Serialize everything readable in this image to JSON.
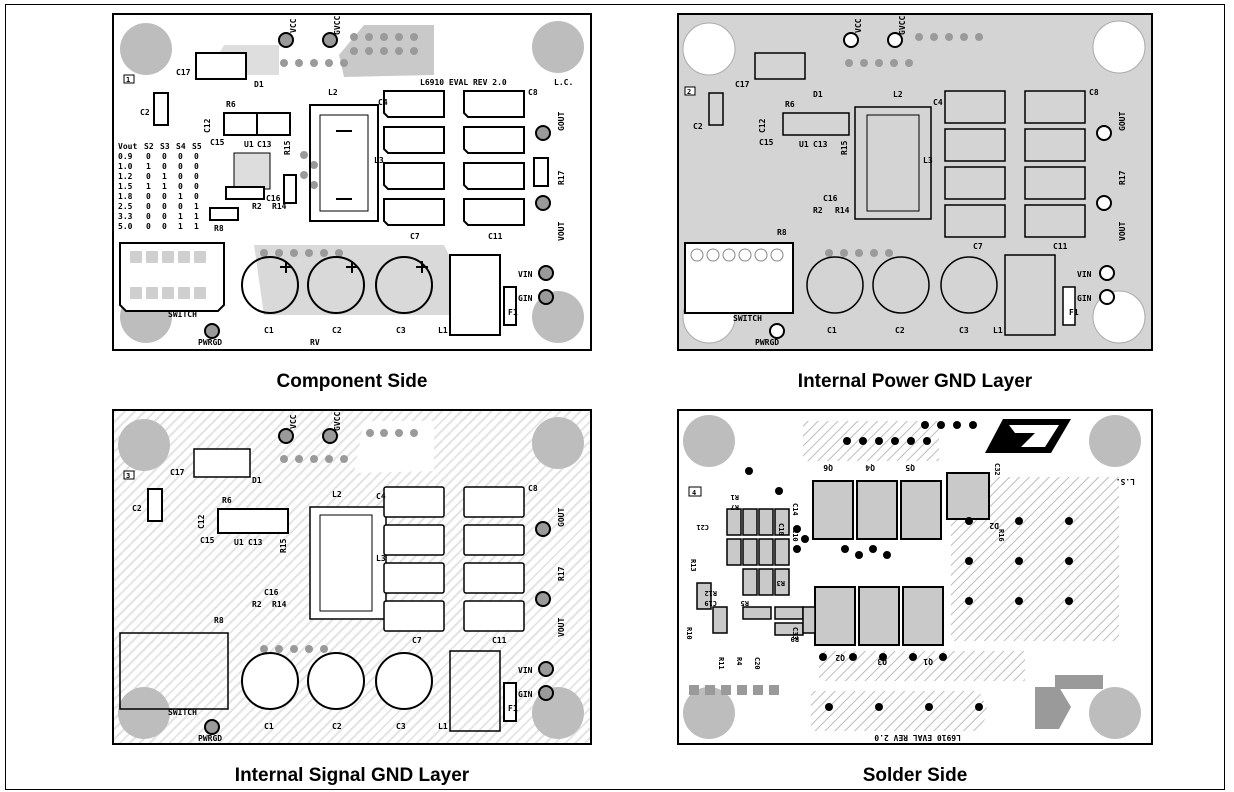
{
  "figure": {
    "panels": [
      {
        "caption": "Component Side"
      },
      {
        "caption": "Internal Power GND Layer"
      },
      {
        "caption": "Internal Signal GND Layer"
      },
      {
        "caption": "Solder Side"
      }
    ]
  },
  "component_side": {
    "board_id": "L6910 EVAL REV 2.0",
    "corner_mark": "L.C.",
    "layer_tag": "1",
    "labels": {
      "vcc": "VCC",
      "gvcc": "GVCC",
      "c17": "C17",
      "d1": "D1",
      "r6": "R6",
      "c12": "C12",
      "c2": "C2",
      "u1": "U1",
      "c15": "C15",
      "c13": "C13",
      "r15": "R15",
      "l2": "L2",
      "l3": "L3",
      "c4": "C4",
      "c8": "C8",
      "gout": "GOUT",
      "r17": "R17",
      "vout": "VOUT",
      "c16": "C16",
      "r2": "R2",
      "r14": "R14",
      "r8": "R8",
      "c7": "C7",
      "c11": "C11",
      "vin": "VIN",
      "gin": "GIN",
      "f1": "F1",
      "switch": "SWITCH",
      "c1": "C1",
      "c3": "C3",
      "l1": "L1",
      "pwrgd": "PWRGD",
      "rv": "RV"
    },
    "vout_table": {
      "headers": [
        "Vout",
        "S2",
        "S3",
        "S4",
        "S5"
      ],
      "rows": [
        [
          "0.9",
          "0",
          "0",
          "0",
          "0"
        ],
        [
          "1.0",
          "1",
          "0",
          "0",
          "0"
        ],
        [
          "1.2",
          "0",
          "1",
          "0",
          "0"
        ],
        [
          "1.5",
          "1",
          "1",
          "0",
          "0"
        ],
        [
          "1.8",
          "0",
          "0",
          "1",
          "0"
        ],
        [
          "2.5",
          "0",
          "0",
          "0",
          "1"
        ],
        [
          "3.3",
          "0",
          "0",
          "1",
          "1"
        ],
        [
          "5.0",
          "0",
          "0",
          "1",
          "1"
        ]
      ]
    }
  },
  "power_gnd": {
    "layer_tag": "2",
    "labels": {
      "vcc": "VCC",
      "gvcc": "GVCC",
      "c17": "C17",
      "d1": "D1",
      "r6": "R6",
      "c12": "C12",
      "c2": "C2",
      "u1": "U1",
      "c15": "C15",
      "c13": "C13",
      "r15": "R15",
      "l2": "L2",
      "l3": "L3",
      "c4": "C4",
      "c8": "C8",
      "gout": "GOUT",
      "r17": "R17",
      "vout": "VOUT",
      "c16": "C16",
      "r2": "R2",
      "r14": "R14",
      "r8": "R8",
      "c7": "C7",
      "c11": "C11",
      "vin": "VIN",
      "gin": "GIN",
      "f1": "F1",
      "switch": "SWITCH",
      "c1": "C1",
      "c2b": "C2",
      "c3": "C3",
      "l1": "L1",
      "pwrgd": "PWRGD"
    }
  },
  "signal_gnd": {
    "layer_tag": "3",
    "labels": {
      "vcc": "VCC",
      "gvcc": "GVCC",
      "c17": "C17",
      "d1": "D1",
      "r6": "R6",
      "c12": "C12",
      "c2": "C2",
      "u1": "U1",
      "c15": "C15",
      "c13": "C13",
      "r15": "R15",
      "l2": "L2",
      "l3": "L3",
      "c4": "C4",
      "c8": "C8",
      "gout": "GOUT",
      "r17": "R17",
      "vout": "VOUT",
      "c16": "C16",
      "r2": "R2",
      "r14": "R14",
      "r8": "R8",
      "c7": "C7",
      "c11": "C11",
      "vin": "VIN",
      "gin": "GIN",
      "f1": "F1",
      "switch": "SWITCH",
      "c1": "C1",
      "c2b": "C2",
      "c3": "C3",
      "l1": "L1",
      "pwrgd": "PWRGD"
    }
  },
  "solder_side": {
    "board_id": "L6910 EVAL REV 2.0",
    "corner_mark": "L.S.",
    "layer_tag": "4",
    "labels": {
      "q6": "Q6",
      "q4": "Q4",
      "q5": "Q5",
      "c32": "C32",
      "d2": "D2",
      "r16": "R16",
      "r1": "R1",
      "r7": "R7",
      "c21": "C21",
      "c14": "C14",
      "c10": "C10",
      "c18": "C18",
      "r13": "R13",
      "r12": "R12",
      "r3": "R3",
      "r5": "R5",
      "c19": "C19",
      "c33": "C33",
      "r10": "R10",
      "r11": "R11",
      "r4": "R4",
      "c20": "C20",
      "r9": "R9",
      "q3": "Q3",
      "q2": "Q2",
      "q1": "Q1"
    }
  }
}
